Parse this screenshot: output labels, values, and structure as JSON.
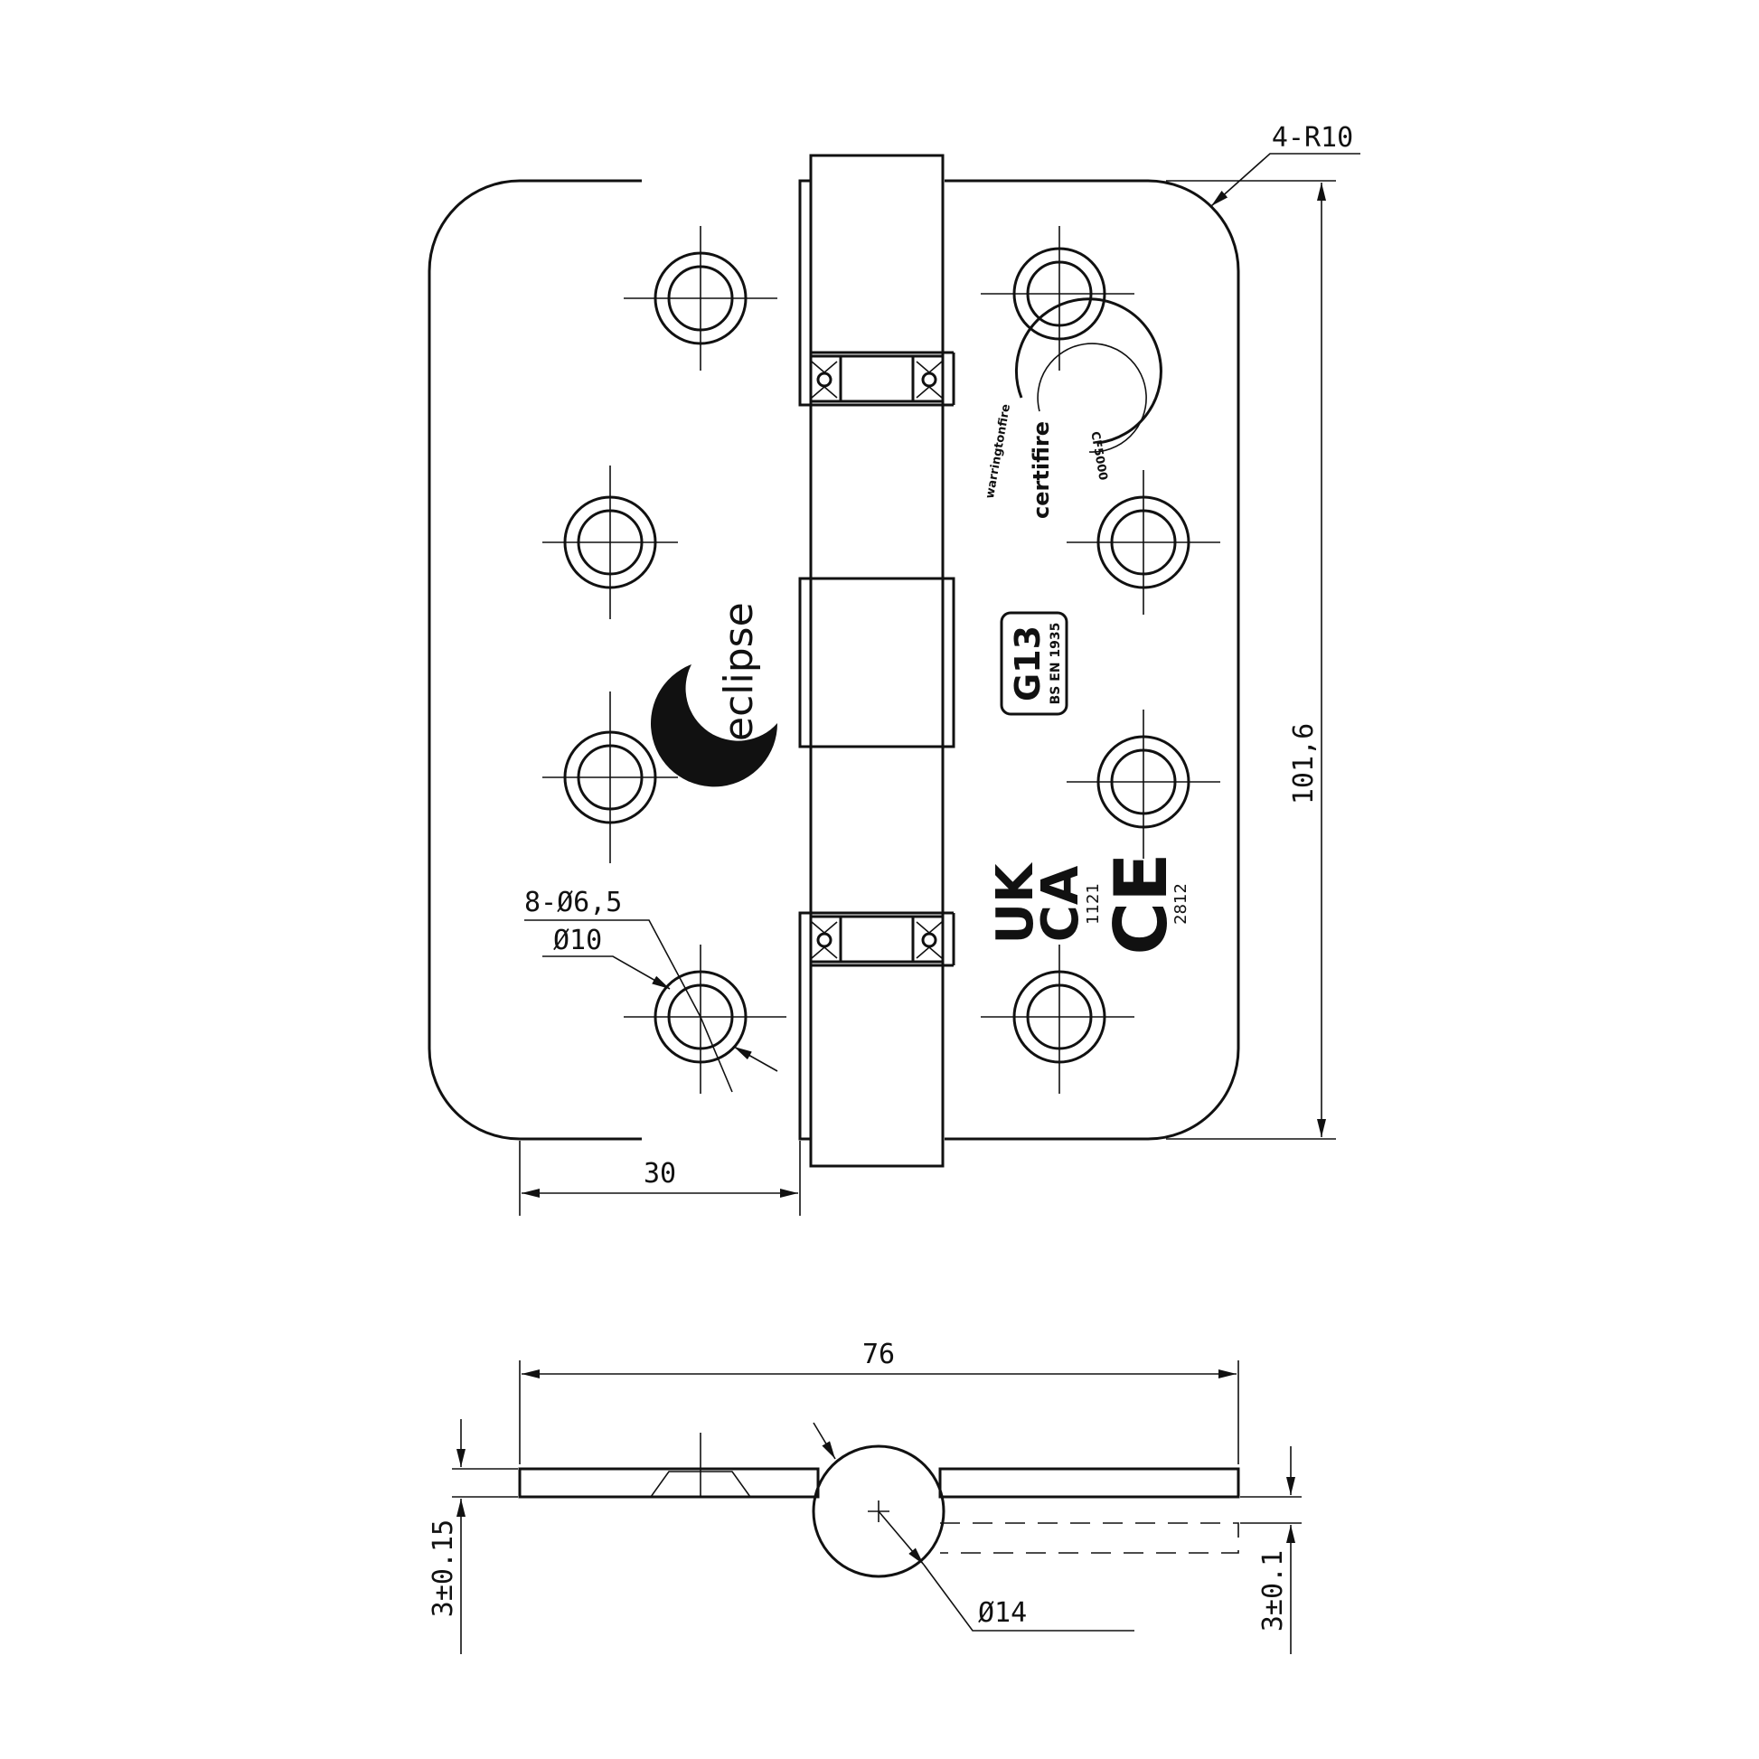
{
  "dimensions": {
    "corner_radius": "4-R10",
    "height": "101,6",
    "leaf_width": "30",
    "total_width": "76",
    "hole_count_dia": "8-Ø6,5",
    "countersink_dia": "Ø10",
    "knuckle_dia": "Ø14",
    "leaf_thickness_left": "3±0.15",
    "leaf_thickness_right": "3±0.1"
  },
  "markings": {
    "brand": "eclipse",
    "grade_code": "G13",
    "standard": "BS EN 1935",
    "ukca_line1": "UK",
    "ukca_line2": "CA",
    "ukca_number": "1121",
    "ce_mark": "CE",
    "ce_number": "2812",
    "certifire": "certifire",
    "certifire_left_arc": "warringtonfire",
    "certifire_right_arc": "CF5000"
  }
}
